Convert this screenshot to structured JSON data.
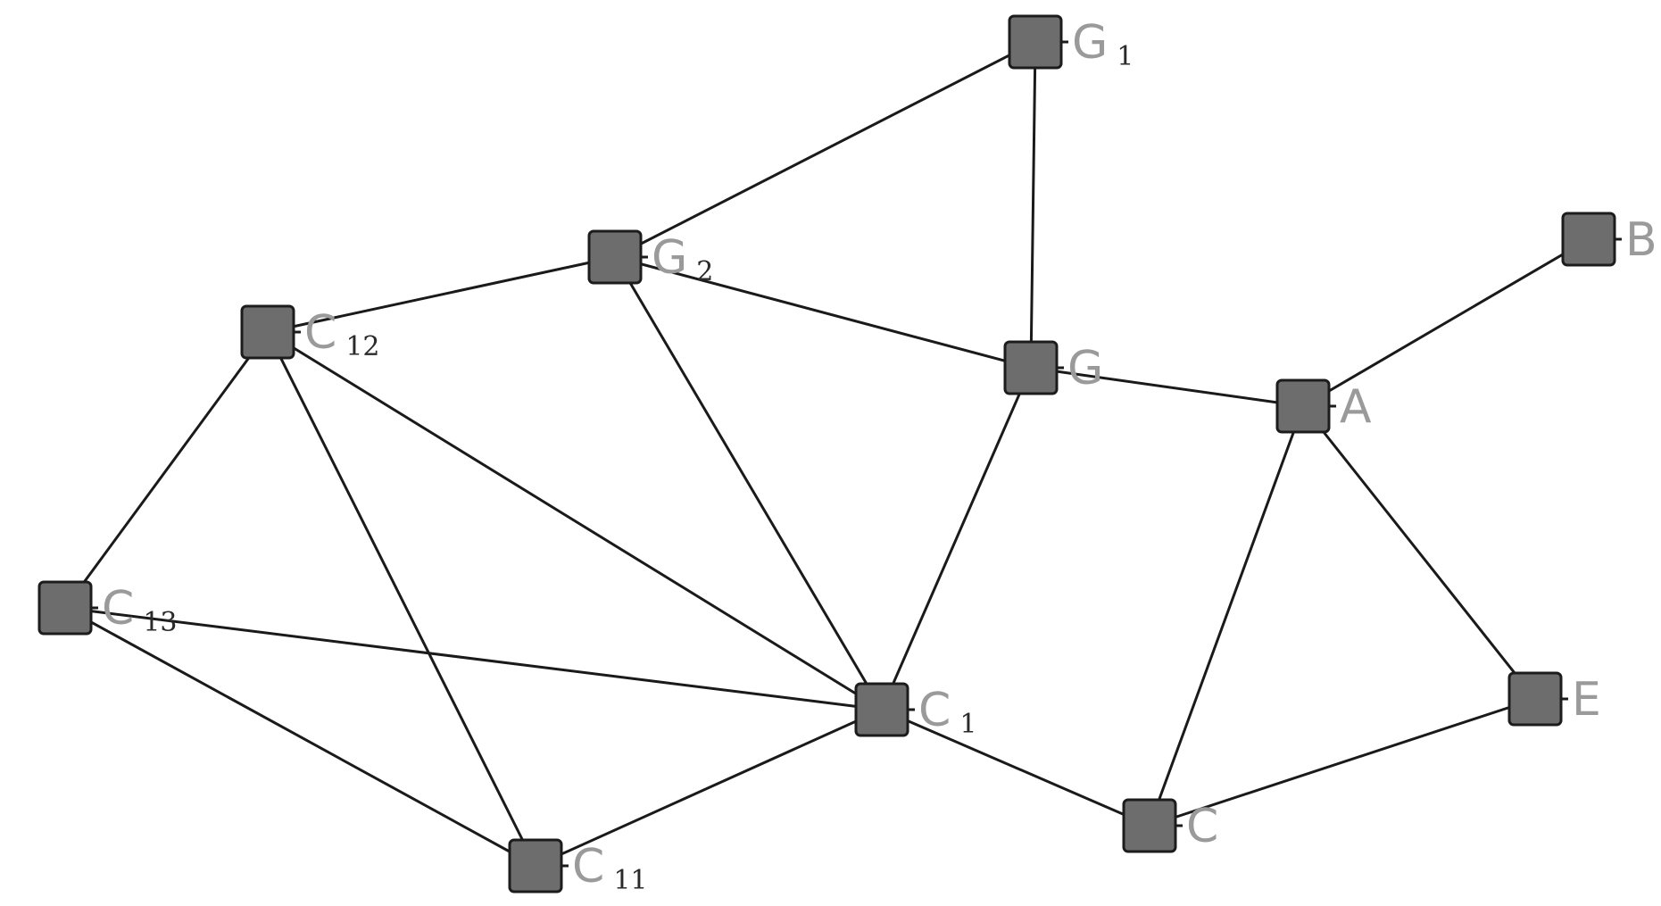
{
  "diagram": {
    "nodes": [
      {
        "id": "G1",
        "label": "G",
        "sub": "1"
      },
      {
        "id": "G2",
        "label": "G",
        "sub": "2"
      },
      {
        "id": "B",
        "label": "B",
        "sub": ""
      },
      {
        "id": "C12",
        "label": "C",
        "sub": "12"
      },
      {
        "id": "G",
        "label": "G",
        "sub": ""
      },
      {
        "id": "A",
        "label": "A",
        "sub": ""
      },
      {
        "id": "C13",
        "label": "C",
        "sub": "13"
      },
      {
        "id": "C1",
        "label": "C",
        "sub": "1"
      },
      {
        "id": "E",
        "label": "E",
        "sub": ""
      },
      {
        "id": "C",
        "label": "C",
        "sub": ""
      },
      {
        "id": "C11",
        "label": "C",
        "sub": "11"
      }
    ],
    "edges": [
      [
        "G1",
        "G2"
      ],
      [
        "G1",
        "G"
      ],
      [
        "G2",
        "C12"
      ],
      [
        "G2",
        "G"
      ],
      [
        "G2",
        "C1"
      ],
      [
        "B",
        "A"
      ],
      [
        "G",
        "A"
      ],
      [
        "G",
        "C1"
      ],
      [
        "A",
        "C"
      ],
      [
        "A",
        "E"
      ],
      [
        "C12",
        "C13"
      ],
      [
        "C12",
        "C11"
      ],
      [
        "C12",
        "C1"
      ],
      [
        "C13",
        "C1"
      ],
      [
        "C13",
        "C11"
      ],
      [
        "C1",
        "C11"
      ],
      [
        "C1",
        "C"
      ],
      [
        "C",
        "E"
      ]
    ]
  }
}
